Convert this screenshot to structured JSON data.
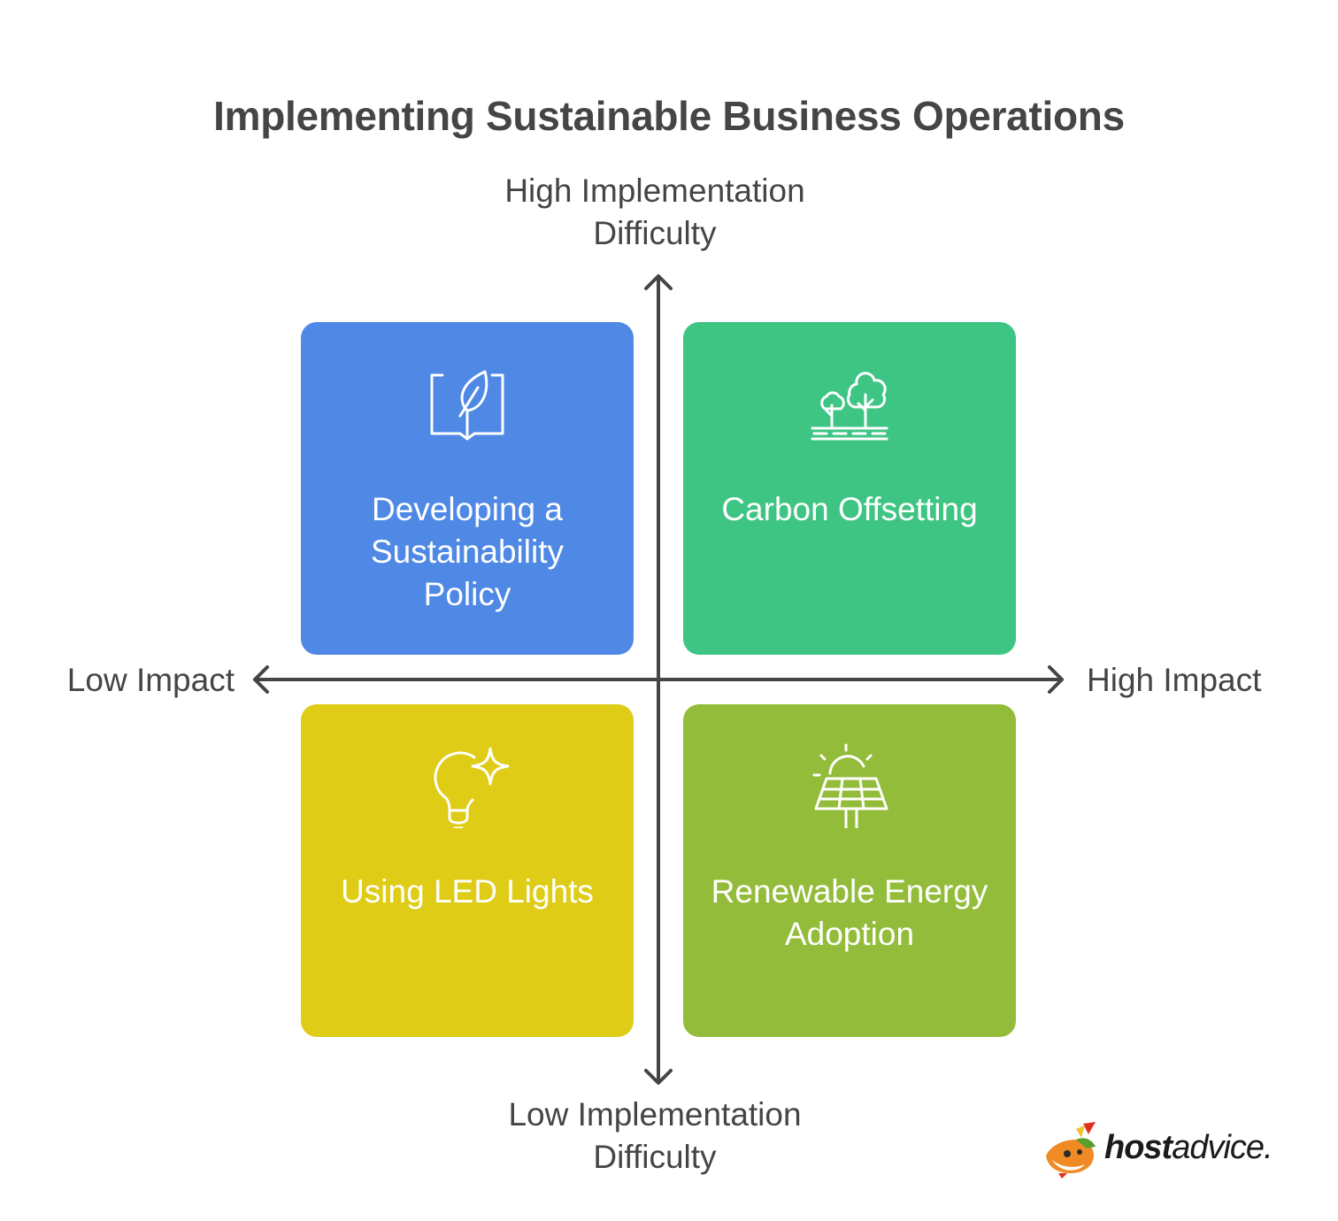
{
  "title": "Implementing Sustainable Business Operations",
  "axes": {
    "top": [
      "High Implementation",
      "Difficulty"
    ],
    "bottom": [
      "Low Implementation",
      "Difficulty"
    ],
    "left": "Low Impact",
    "right": "High Impact"
  },
  "quadrants": [
    {
      "position": "top-left",
      "icon": "book-leaf-icon",
      "color": "#4F88E5",
      "label": [
        "Developing a",
        "Sustainability",
        "Policy"
      ]
    },
    {
      "position": "top-right",
      "icon": "trees-icon",
      "color": "#3EC584",
      "label": [
        "Carbon Offsetting"
      ]
    },
    {
      "position": "bottom-left",
      "icon": "lightbulb-sparkle-icon",
      "color": "#DFCC17",
      "label": [
        "Using LED Lights"
      ]
    },
    {
      "position": "bottom-right",
      "icon": "solar-panel-icon",
      "color": "#94BC3B",
      "label": [
        "Renewable Energy",
        "Adoption"
      ]
    }
  ],
  "logo": {
    "bold": "host",
    "regular": "advice."
  },
  "colors": {
    "text": "#454545",
    "axis": "#454545"
  }
}
